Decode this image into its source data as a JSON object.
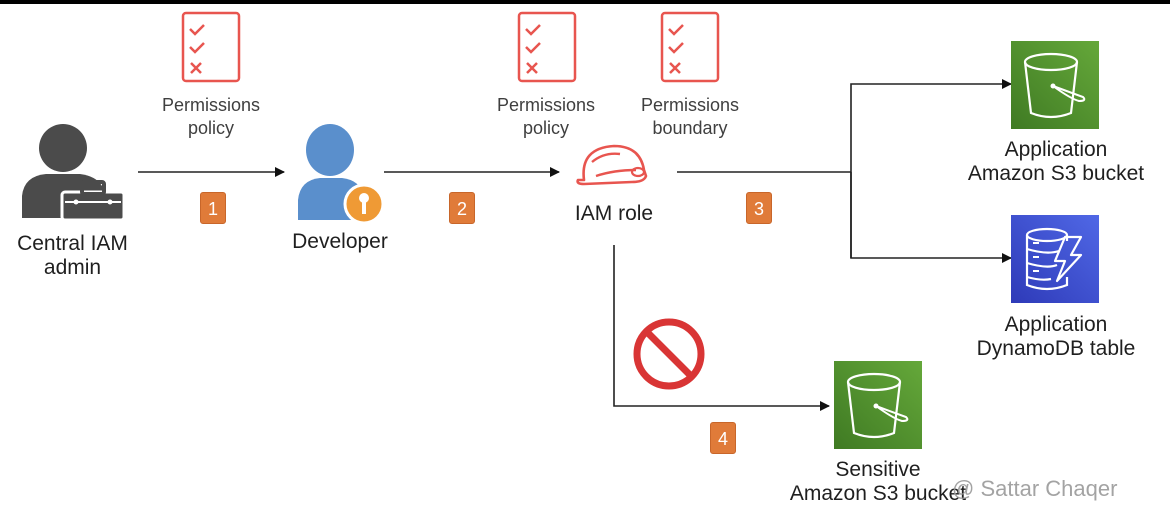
{
  "diagram": {
    "nodes": {
      "admin": {
        "label_line1": "Central IAM",
        "label_line2": "admin",
        "icon": "admin-user-toolbox-icon"
      },
      "developer": {
        "label": "Developer",
        "icon": "developer-user-key-icon"
      },
      "iam_role": {
        "label": "IAM role",
        "icon": "hard-hat-icon"
      },
      "app_s3": {
        "label_line1": "Application",
        "label_line2": "Amazon S3 bucket",
        "icon": "s3-bucket-icon"
      },
      "app_dynamodb": {
        "label_line1": "Application",
        "label_line2": "DynamoDB table",
        "icon": "dynamodb-icon"
      },
      "sensitive_s3": {
        "label_line1": "Sensitive",
        "label_line2": "Amazon S3 bucket",
        "icon": "s3-bucket-icon"
      }
    },
    "documents": [
      {
        "line1": "Permissions",
        "line2": "policy",
        "icon": "checklist-icon"
      },
      {
        "line1": "Permissions",
        "line2": "policy",
        "icon": "checklist-icon"
      },
      {
        "line1": "Permissions",
        "line2": "boundary",
        "icon": "checklist-icon"
      }
    ],
    "steps": [
      "1",
      "2",
      "3",
      "4"
    ],
    "deny_icon": "prohibited-icon",
    "colors": {
      "accent_red": "#e8554f",
      "badge_orange": "#e07b39",
      "developer_blue": "#5a8fcc",
      "key_orange": "#ef9a35",
      "admin_gray": "#4b4b4b",
      "s3_green": "#4f8f2f",
      "dynamodb_blue": "#3b48cc",
      "deny_red": "#d93535"
    }
  },
  "watermark": "@ Sattar Chaqer"
}
